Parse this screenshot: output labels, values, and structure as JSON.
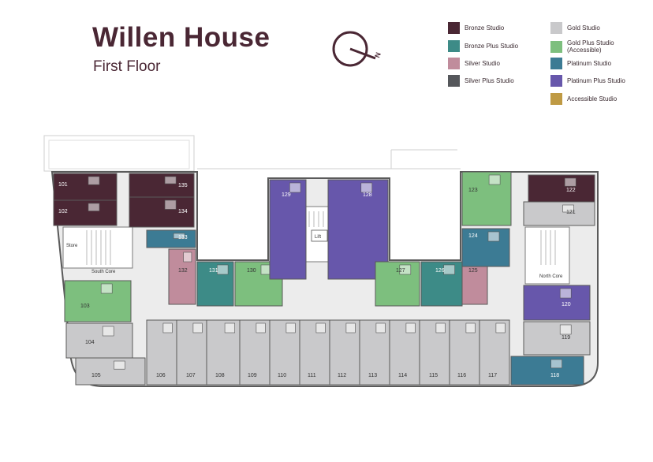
{
  "header": {
    "title": "Willen House",
    "subtitle": "First Floor",
    "compass_letter": "N"
  },
  "legend": {
    "items": [
      {
        "label": "Bronze Studio",
        "color": "#4a2734"
      },
      {
        "label": "Bronze Plus Studio",
        "color": "#3d8b87"
      },
      {
        "label": "Silver Studio",
        "color": "#c08c9c"
      },
      {
        "label": "Silver Plus Studio",
        "color": "#55575b"
      },
      {
        "label": "Gold Studio",
        "color": "#c9c9cb"
      },
      {
        "label": "Gold Plus Studio\n(Accessible)",
        "color": "#7dbf7e"
      },
      {
        "label": "Platinum Studio",
        "color": "#3c7b94"
      },
      {
        "label": "Platinum Plus Studio",
        "color": "#6757ab"
      },
      {
        "label": "Accessible Studio",
        "color": "#bf9a44"
      }
    ]
  },
  "colors": {
    "bronze": "#4a2734",
    "bronze_plus": "#3d8b87",
    "silver": "#c08c9c",
    "gold": "#c9c9cb",
    "gold_plus": "#7dbf7e",
    "platinum": "#3c7b94",
    "platinum_plus": "#6757ab",
    "wall": "#5a5a5a",
    "corridor": "#ececec"
  },
  "cores": {
    "south_label": "South Core",
    "north_label": "North Core",
    "store_label": "Store",
    "lift_label": "Lift"
  },
  "rooms": [
    {
      "id": "101",
      "type": "bronze"
    },
    {
      "id": "102",
      "type": "bronze"
    },
    {
      "id": "135",
      "type": "bronze"
    },
    {
      "id": "134",
      "type": "bronze"
    },
    {
      "id": "133",
      "type": "platinum"
    },
    {
      "id": "132",
      "type": "silver"
    },
    {
      "id": "131",
      "type": "bronze_plus"
    },
    {
      "id": "130",
      "type": "gold_plus"
    },
    {
      "id": "129",
      "type": "platinum_plus"
    },
    {
      "id": "128",
      "type": "platinum_plus"
    },
    {
      "id": "127",
      "type": "gold_plus"
    },
    {
      "id": "126",
      "type": "bronze_plus"
    },
    {
      "id": "125",
      "type": "silver"
    },
    {
      "id": "124",
      "type": "platinum"
    },
    {
      "id": "123",
      "type": "gold_plus"
    },
    {
      "id": "122",
      "type": "bronze"
    },
    {
      "id": "121",
      "type": "gold"
    },
    {
      "id": "120",
      "type": "platinum_plus"
    },
    {
      "id": "119",
      "type": "gold"
    },
    {
      "id": "118",
      "type": "platinum"
    },
    {
      "id": "117",
      "type": "gold"
    },
    {
      "id": "116",
      "type": "gold"
    },
    {
      "id": "115",
      "type": "gold"
    },
    {
      "id": "114",
      "type": "gold"
    },
    {
      "id": "113",
      "type": "gold"
    },
    {
      "id": "112",
      "type": "gold"
    },
    {
      "id": "111",
      "type": "gold"
    },
    {
      "id": "110",
      "type": "gold"
    },
    {
      "id": "109",
      "type": "gold"
    },
    {
      "id": "108",
      "type": "gold"
    },
    {
      "id": "107",
      "type": "gold"
    },
    {
      "id": "106",
      "type": "gold"
    },
    {
      "id": "105",
      "type": "gold"
    },
    {
      "id": "104",
      "type": "gold"
    },
    {
      "id": "103",
      "type": "gold_plus"
    }
  ]
}
